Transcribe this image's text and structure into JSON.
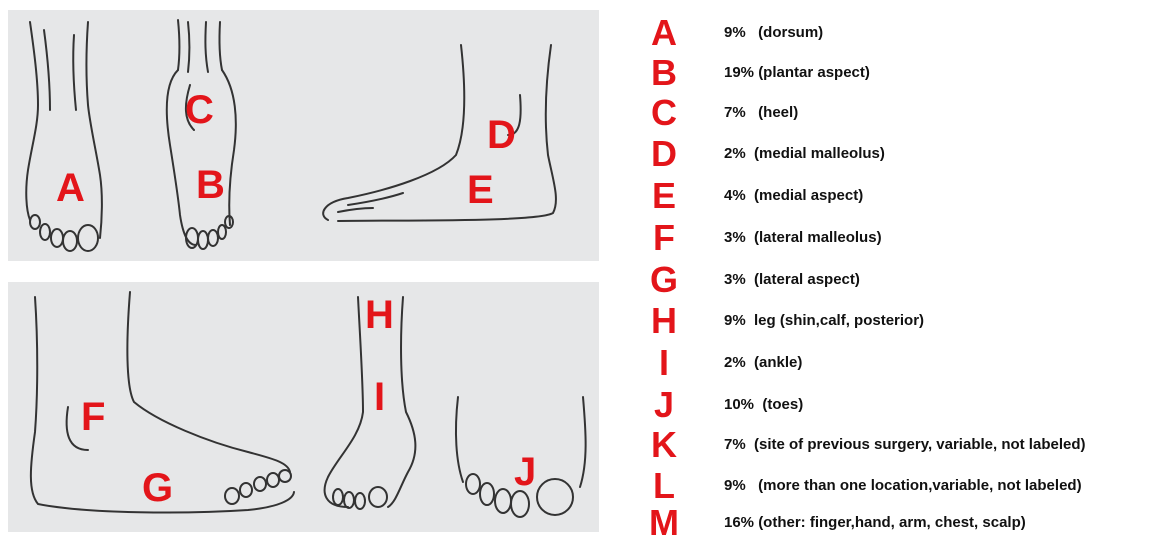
{
  "colors": {
    "panel_bg": "#e6e7e8",
    "label_red": "#e3151a",
    "stroke": "#333333",
    "text": "#111111"
  },
  "regions": {
    "A": "A",
    "B": "B",
    "C": "C",
    "D": "D",
    "E": "E",
    "F": "F",
    "G": "G",
    "H": "H",
    "I": "I",
    "J": "J"
  },
  "legend": [
    {
      "letter": "A",
      "text": "9%   (dorsum)"
    },
    {
      "letter": "B",
      "text": "19% (plantar aspect)"
    },
    {
      "letter": "C",
      "text": "7%   (heel)"
    },
    {
      "letter": "D",
      "text": "2%  (medial malleolus)"
    },
    {
      "letter": "E",
      "text": "4%  (medial aspect)"
    },
    {
      "letter": "F",
      "text": "3%  (lateral malleolus)"
    },
    {
      "letter": "G",
      "text": "3%  (lateral aspect)"
    },
    {
      "letter": "H",
      "text": "9%  leg (shin,calf, posterior)"
    },
    {
      "letter": "I",
      "text": "2%  (ankle)"
    },
    {
      "letter": "J",
      "text": "10%  (toes)"
    },
    {
      "letter": "K",
      "text": "7%  (site of previous surgery, variable, not labeled)"
    },
    {
      "letter": "L",
      "text": "9%   (more than one location,variable, not labeled)"
    },
    {
      "letter": "M",
      "text": "16% (other: finger,hand, arm, chest, scalp)"
    }
  ]
}
